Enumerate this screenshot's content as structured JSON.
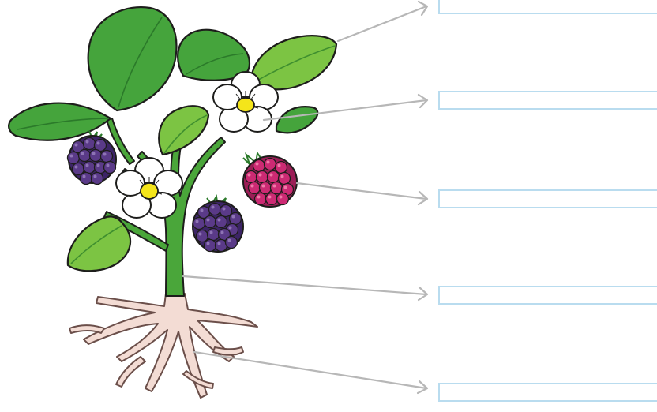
{
  "diagram": {
    "subject": "plant-parts",
    "colors": {
      "leaf": "#45a43c",
      "leaf_light": "#7cc443",
      "stem": "#4aa63a",
      "outline": "#1d1d1b",
      "petal": "#ffffff",
      "flower_center": "#f4e51a",
      "berry_dark": "#5a3a88",
      "berry_dark_shade": "#3c2466",
      "berry_pink": "#cc2a73",
      "berry_pink_shade": "#9b1d56",
      "root": "#f3dcd4",
      "root_outline": "#6b4f4a",
      "arrow": "#b7b7b7",
      "box_border": "#b9dcef"
    },
    "labels": [
      {
        "part": "leaf",
        "value": "",
        "placeholder": ""
      },
      {
        "part": "flower",
        "value": "",
        "placeholder": ""
      },
      {
        "part": "fruit",
        "value": "",
        "placeholder": ""
      },
      {
        "part": "stem",
        "value": "",
        "placeholder": ""
      },
      {
        "part": "root",
        "value": "",
        "placeholder": ""
      }
    ]
  }
}
